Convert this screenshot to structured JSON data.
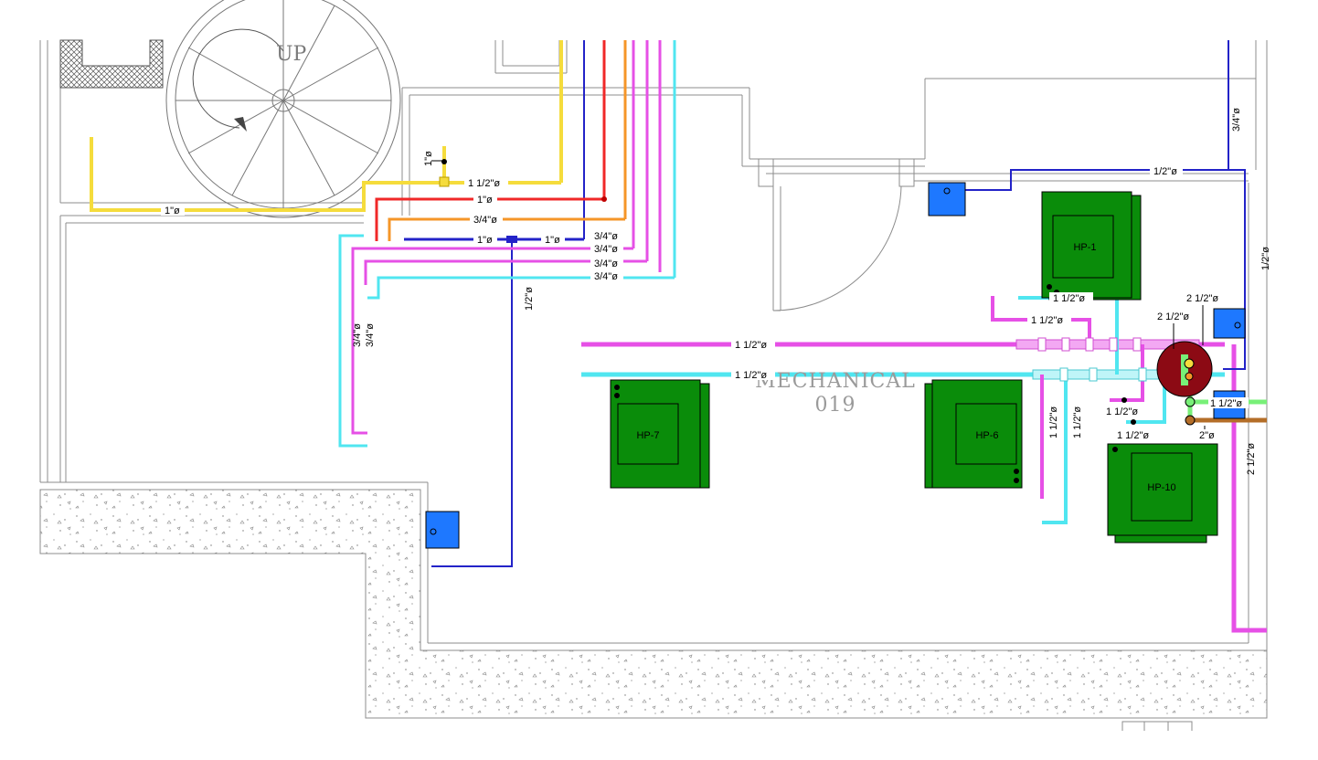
{
  "drawing": {
    "room_name": "MECHANICAL",
    "room_number": "019",
    "stair_label": "UP",
    "colors": {
      "yellow": "#f5dc3c",
      "red": "#f02828",
      "orange": "#f59628",
      "blue": "#2323c8",
      "magenta": "#e650e6",
      "cyan": "#50e6f0",
      "green_unit": "#0a8c0a",
      "blue_box": "#1e78ff",
      "maroon_tank": "#8c0a14",
      "light_green": "#78f078",
      "brown": "#b46e28"
    }
  },
  "units": [
    {
      "id": "hp1",
      "label": "HP-1"
    },
    {
      "id": "hp7",
      "label": "HP-7"
    },
    {
      "id": "hp6",
      "label": "HP-6"
    },
    {
      "id": "hp10",
      "label": "HP-10"
    }
  ],
  "pipe_labels": {
    "yellow_1": "1\"ø",
    "yellow_riser": "1\"ø",
    "yellow_1half": "1 1/2\"ø",
    "red_1": "1\"ø",
    "orange_34": "3/4\"ø",
    "blue_1_left": "1\"ø",
    "blue_1_right": "1\"ø",
    "magenta_34_a": "3/4\"ø",
    "magenta_34_b": "3/4\"ø",
    "magenta_34_c": "3/4\"ø",
    "cyan_34": "3/4\"ø",
    "blue_12_vert": "1/2\"ø",
    "cyan_34_vert": "3/4\"ø",
    "magenta_34_vert": "3/4\"ø",
    "magenta_main": "1 1/2\"ø",
    "cyan_main": "1 1/2\"ø",
    "blue_12_top": "1/2\"ø",
    "blue_34_vert_right": "3/4\"ø",
    "blue_12_vert_right": "1/2\"ø",
    "cyan_hp1": "1 1/2\"ø",
    "magenta_hp1": "1 1/2\"ø",
    "tank_left": "2 1/2\"ø",
    "tank_right": "2 1/2\"ø",
    "magenta_mid": "1 1/2\"ø",
    "cyan_mid": "1 1/2\"ø",
    "vert_magenta": "1 1/2\"ø",
    "vert_cyan": "1 1/2\"ø",
    "green_out": "1 1/2\"ø",
    "brown_out": "2\"ø",
    "magenta_vert_right": "2 1/2\"ø"
  }
}
